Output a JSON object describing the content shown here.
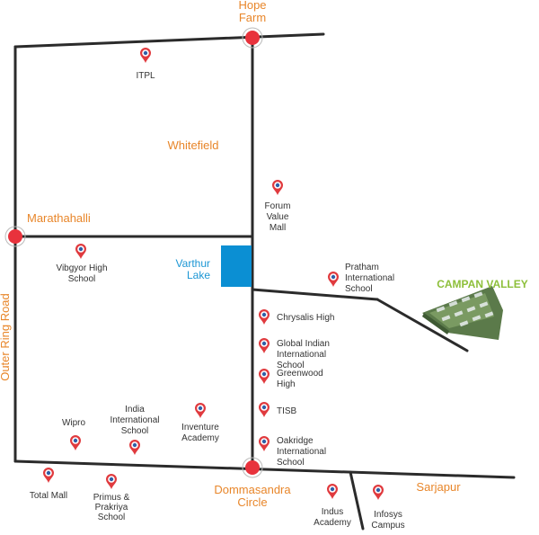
{
  "colors": {
    "road": "#2b2b2b",
    "junction": "#e8323c",
    "area_label": "#e8862a",
    "poi_label": "#333333",
    "lake": "#0b8fd3",
    "lake_label": "#1b96d4",
    "campan_label": "#8dbf3a",
    "pin_outer": "#e03a3e",
    "pin_inner": "#2f5fa8"
  },
  "junctions": {
    "hope_farm": "Hope Farm",
    "marathahalli": "Marathahalli",
    "dommasandra": "Dommasandra Circle"
  },
  "areas": {
    "whitefield": "Whitefield",
    "sarjapur": "Sarjapur",
    "outer_ring_road": "Outer Ring Road"
  },
  "lake": {
    "label": "Varthur Lake"
  },
  "project": {
    "label": "CAMPAN VALLEY"
  },
  "pois": {
    "itpl": "ITPL",
    "forum": "Forum Value Mall",
    "vibgyor": "Vibgyor High School",
    "pratham": "Pratham International School",
    "chrysalis": "Chrysalis High",
    "global_indian": "Global Indian International School",
    "greenwood": "Greenwood High",
    "tisb": "TISB",
    "oakridge": "Oakridge International School",
    "india_intl": "India International School",
    "inventure": "Inventure Academy",
    "wipro": "Wipro",
    "total_mall": "Total Mall",
    "primus": "Primus & Prakriya School",
    "indus": "Indus Academy",
    "infosys": "Infosys Campus"
  }
}
